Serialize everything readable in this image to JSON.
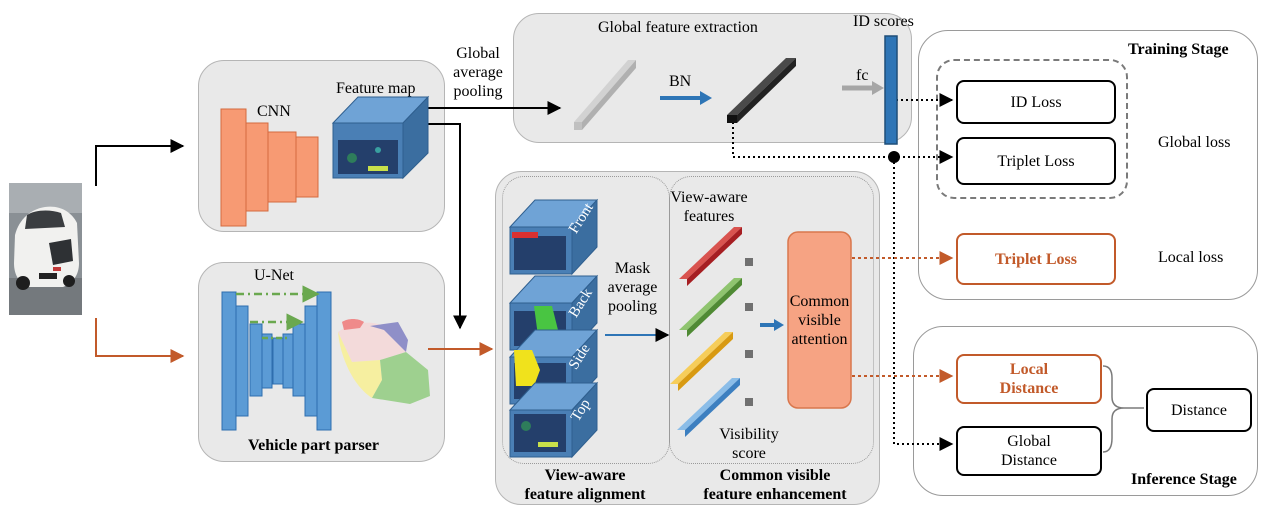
{
  "panels": {
    "cnn": {
      "cnn_label": "CNN",
      "feature_map_label": "Feature map"
    },
    "parser": {
      "unet_label": "U-Net",
      "title": "Vehicle part parser"
    },
    "global_feature": {
      "title": "Global feature extraction",
      "bn_label": "BN"
    },
    "view_aware": {
      "title_line1": "View-aware",
      "title_line2": "feature alignment",
      "views": [
        "Front",
        "Back",
        "Side",
        "Top"
      ]
    },
    "common_visible": {
      "features_line1": "View-aware",
      "features_line2": "features",
      "visibility_line1": "Visibility",
      "visibility_line2": "score",
      "attention_line1": "Common",
      "attention_line2": "visible",
      "attention_line3": "attention",
      "title_line1": "Common visible",
      "title_line2": "feature enhancement"
    }
  },
  "annotations": {
    "gap_line1": "Global",
    "gap_line2": "average",
    "gap_line3": "pooling",
    "map_line1": "Mask",
    "map_line2": "average",
    "map_line3": "pooling",
    "id_scores": "ID scores",
    "fc": "fc"
  },
  "training": {
    "title": "Training Stage",
    "id_loss": "ID Loss",
    "triplet_loss": "Triplet Loss",
    "global_loss": "Global loss",
    "local_triplet_loss": "Triplet Loss",
    "local_loss": "Local loss"
  },
  "inference": {
    "title": "Inference Stage",
    "local_distance_line1": "Local",
    "local_distance_line2": "Distance",
    "global_distance_line1": "Global",
    "global_distance_line2": "Distance",
    "distance": "Distance"
  },
  "colors": {
    "orange_path": "#c25a2a",
    "cnn_block": "#f79a73",
    "unet_block": "#5b9bd5",
    "cube_face": "#4a7fb5",
    "attention_fill": "#f6a383",
    "feat_red": "#c0282d",
    "feat_green": "#6aa84f",
    "feat_yellow": "#f0b429",
    "feat_blue": "#5b9bd5"
  }
}
